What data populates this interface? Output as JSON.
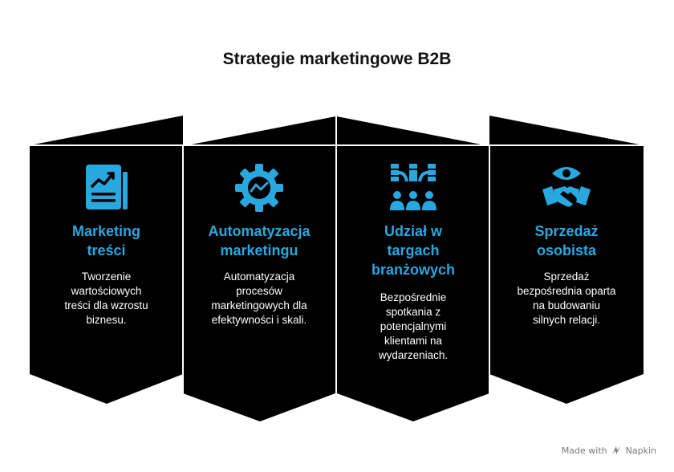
{
  "title": "Strategie marketingowe B2B",
  "accent_color": "#29a8e0",
  "card_color": "#000000",
  "cards": [
    {
      "icon": "report-chart-icon",
      "title_lines": [
        "Marketing",
        "treści"
      ],
      "desc_lines": [
        "Tworzenie",
        "wartościowych",
        "treści dla wzrostu",
        "biznesu."
      ]
    },
    {
      "icon": "gear-chart-icon",
      "title_lines": [
        "Automatyzacja",
        "marketingu"
      ],
      "desc_lines": [
        "Automatyzacja",
        "procesów",
        "marketingowych dla",
        "efektywności i skali."
      ]
    },
    {
      "icon": "network-people-icon",
      "title_lines": [
        "Udział w",
        "targach",
        "branżowych"
      ],
      "desc_lines": [
        "Bezpośrednie",
        "spotkania z",
        "potencjalnymi",
        "klientami na",
        "wydarzeniach."
      ]
    },
    {
      "icon": "handshake-eye-icon",
      "title_lines": [
        "Sprzedaż",
        "osobista"
      ],
      "desc_lines": [
        "Sprzedaż",
        "bezpośrednia oparta",
        "na budowaniu",
        "silnych relacji."
      ]
    }
  ],
  "footer": {
    "made_with": "Made with",
    "brand": "Napkin"
  }
}
